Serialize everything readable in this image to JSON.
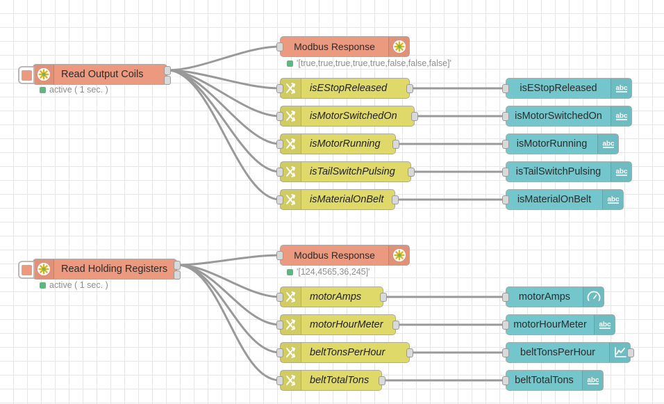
{
  "canvas": {
    "background": "#ffffff",
    "grid_color": "#e6e6e6",
    "grid_size": 20,
    "wire_color": "#999999"
  },
  "colors": {
    "modbus_node": "#eb9a80",
    "change_node": "#dfd969",
    "dashboard_node": "#73c7cc",
    "status_dot_green": "#5bb97f",
    "status_text": "#8e8e8e",
    "port": "#d9d9d9"
  },
  "flows": [
    {
      "id": "coils",
      "source": {
        "label": "Read Output Coils",
        "icon": "modbus-icon",
        "status": "active ( 1 sec. )",
        "status_icon": "green-dot-icon",
        "trigger_icon": "inject-button-icon"
      },
      "response": {
        "label": "Modbus Response",
        "icon": "modbus-icon",
        "status": "'[true,true,true,true,true,false,false,false]'",
        "status_icon": "green-dot-icon"
      },
      "rows": [
        {
          "change_label": "isEStopReleased",
          "ui_label": "isEStopReleased",
          "ui_icon": "abc-text-icon",
          "ui_has_output": false
        },
        {
          "change_label": "isMotorSwitchedOn",
          "ui_label": "isMotorSwitchedOn",
          "ui_icon": "abc-text-icon",
          "ui_has_output": false
        },
        {
          "change_label": "isMotorRunning",
          "ui_label": "isMotorRunning",
          "ui_icon": "abc-text-icon",
          "ui_has_output": false
        },
        {
          "change_label": "isTailSwitchPulsing",
          "ui_label": "isTailSwitchPulsing",
          "ui_icon": "abc-text-icon",
          "ui_has_output": false
        },
        {
          "change_label": "isMaterialOnBelt",
          "ui_label": "isMaterialOnBelt",
          "ui_icon": "abc-text-icon",
          "ui_has_output": false
        }
      ]
    },
    {
      "id": "registers",
      "source": {
        "label": "Read Holding Registers",
        "icon": "modbus-icon",
        "status": "active ( 1 sec. )",
        "status_icon": "green-dot-icon",
        "trigger_icon": "inject-button-icon"
      },
      "response": {
        "label": "Modbus Response",
        "icon": "modbus-icon",
        "status": "'[124,4565,36,245]'",
        "status_icon": "green-dot-icon"
      },
      "rows": [
        {
          "change_label": "motorAmps",
          "ui_label": "motorAmps",
          "ui_icon": "gauge-icon",
          "ui_has_output": false
        },
        {
          "change_label": "motorHourMeter",
          "ui_label": "motorHourMeter",
          "ui_icon": "abc-text-icon",
          "ui_has_output": false
        },
        {
          "change_label": "beltTonsPerHour",
          "ui_label": "beltTonsPerHour",
          "ui_icon": "chart-line-icon",
          "ui_has_output": true
        },
        {
          "change_label": "beltTotalTons",
          "ui_label": "beltTotalTons",
          "ui_icon": "abc-text-icon",
          "ui_has_output": false
        }
      ]
    }
  ]
}
